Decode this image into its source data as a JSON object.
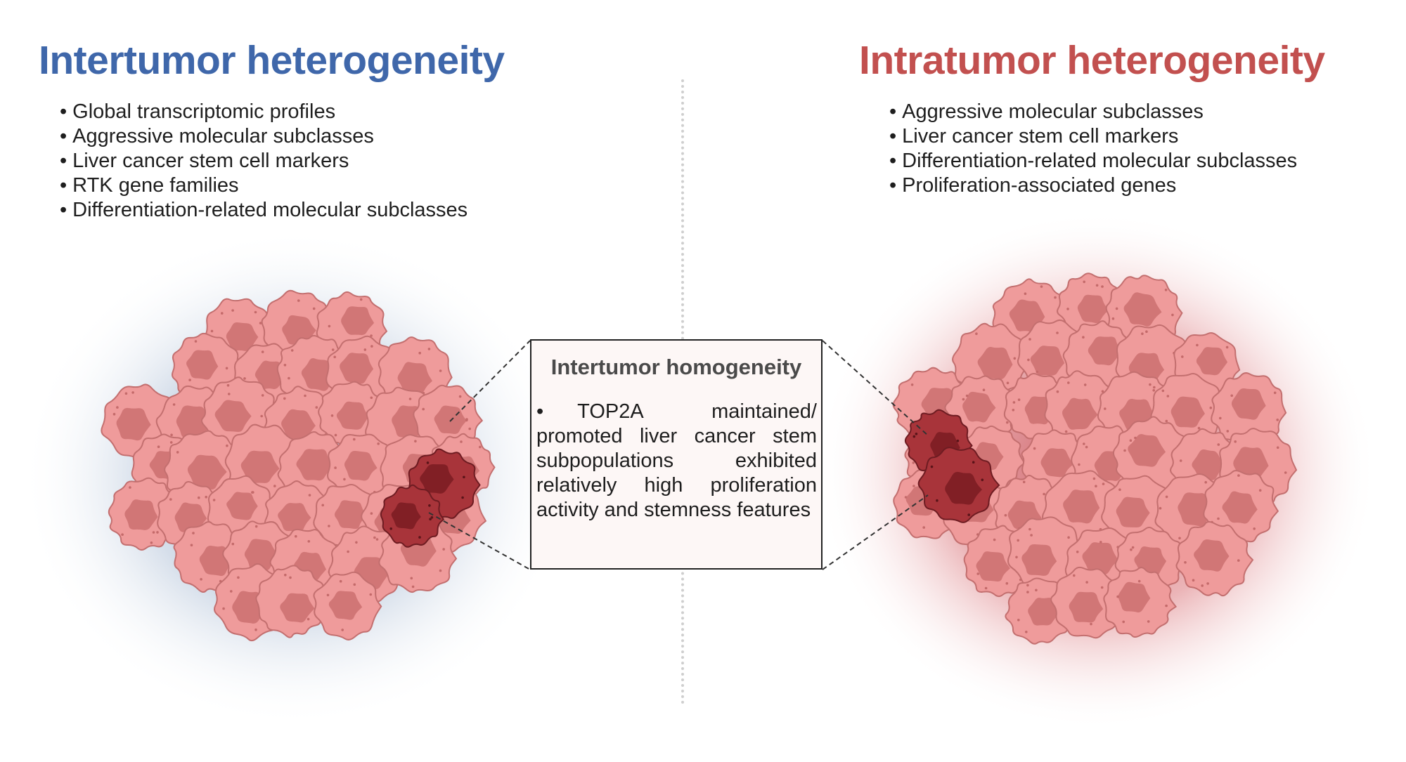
{
  "colors": {
    "left_title": "#3f67aa",
    "right_title": "#c2504f",
    "cell_fill": "#ef9b9b",
    "cell_stroke": "#c36f6f",
    "nucleus_fill": "#cd7272",
    "dark_cell_fill": "#a8343a",
    "dark_nucleus_fill": "#7c1d24",
    "left_halo": "#b9c8dc",
    "right_halo": "#d86e72"
  },
  "left": {
    "title": "Intertumor heterogeneity",
    "bullets": [
      "Global transcriptomic profiles",
      "Aggressive molecular subclasses",
      "Liver cancer stem cell markers",
      "RTK gene families",
      "Differentiation-related molecular subclasses"
    ]
  },
  "right": {
    "title": "Intratumor heterogeneity",
    "bullets": [
      "Aggressive molecular subclasses",
      "Liver cancer stem cell markers",
      "Differentiation-related molecular subclasses",
      "Proliferation-associated genes"
    ]
  },
  "center": {
    "title": "Intertumor homogeneity",
    "bullet": "•",
    "text": "TOP2A maintained/ promoted liver cancer stem subpopulations exhibited relatively high proliferation activity and stemness features"
  }
}
